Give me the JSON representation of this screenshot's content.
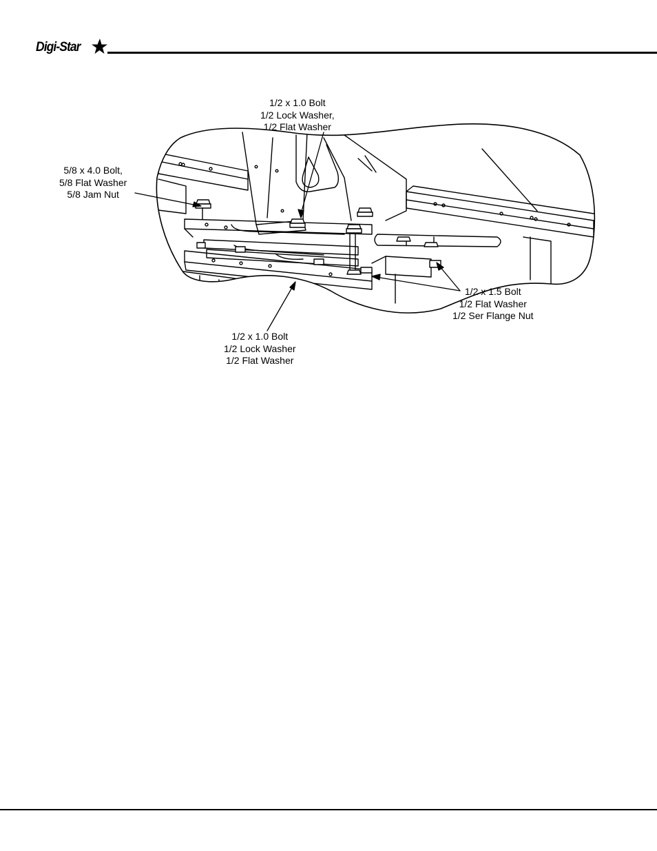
{
  "header": {
    "logo_text": "Digi-Star"
  },
  "figure": {
    "callouts": [
      {
        "id": "top",
        "lines": [
          "1/2 x 1.0 Bolt",
          "1/2 Lock Washer,",
          "1/2 Flat Washer"
        ]
      },
      {
        "id": "left",
        "lines": [
          "5/8 x 4.0 Bolt,",
          "5/8 Flat Washer",
          "5/8 Jam Nut"
        ]
      },
      {
        "id": "right",
        "lines": [
          "1/2 x 1.5 Bolt",
          "1/2 Flat Washer",
          "1/2 Ser Flange Nut"
        ]
      },
      {
        "id": "bottom",
        "lines": [
          "1/2 x 1.0 Bolt",
          "1/2 Lock Washer",
          "1/2 Flat Washer"
        ]
      }
    ]
  }
}
